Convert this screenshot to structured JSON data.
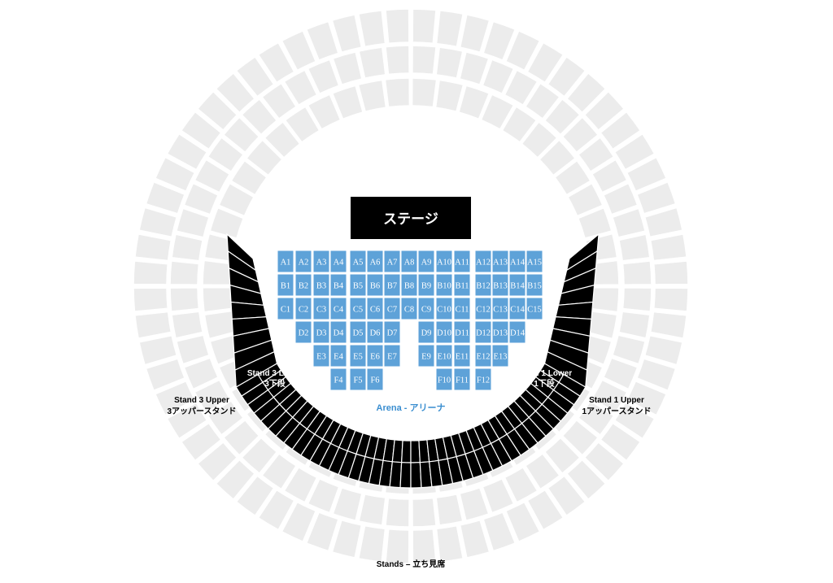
{
  "stage": {
    "label": "ステージ"
  },
  "labels": {
    "arena": "Arena - アリーナ",
    "stand3_lower_en": "Stand 3 Lower",
    "stand3_lower_ja": "3下段",
    "stand1_lower_en": "Stand 1 Lower",
    "stand1_lower_ja": "1下段",
    "stand3_upper_en": "Stand 3 Upper",
    "stand3_upper_ja": "3アッパースタンド",
    "stand1_upper_en": "Stand 1 Upper",
    "stand1_upper_ja": "1アッパースタンド",
    "standing": "Stands – 立ち見席"
  },
  "colors": {
    "arena_block": "#5ea2d8",
    "lower_stand": "#000000",
    "upper_stand": "#ececec",
    "stage": "#000000",
    "arena_label": "#3a8ed0"
  },
  "blocks": [
    "A1",
    "A2",
    "A3",
    "A4",
    "A5",
    "A6",
    "A7",
    "A8",
    "A9",
    "A10",
    "A11",
    "A12",
    "A13",
    "A14",
    "A15",
    "B1",
    "B2",
    "B3",
    "B4",
    "B5",
    "B6",
    "B7",
    "B8",
    "B9",
    "B10",
    "B11",
    "B12",
    "B13",
    "B14",
    "B15",
    "C1",
    "C2",
    "C3",
    "C4",
    "C5",
    "C6",
    "C7",
    "C8",
    "C9",
    "C10",
    "C11",
    "C12",
    "C13",
    "C14",
    "C15",
    "D2",
    "D3",
    "D4",
    "D5",
    "D6",
    "D7",
    "D9",
    "D10",
    "D11",
    "D12",
    "D13",
    "D14",
    "E3",
    "E4",
    "E5",
    "E6",
    "E7",
    "E9",
    "E10",
    "E11",
    "E12",
    "E13",
    "F4",
    "F5",
    "F6",
    "F10",
    "F11",
    "F12"
  ]
}
